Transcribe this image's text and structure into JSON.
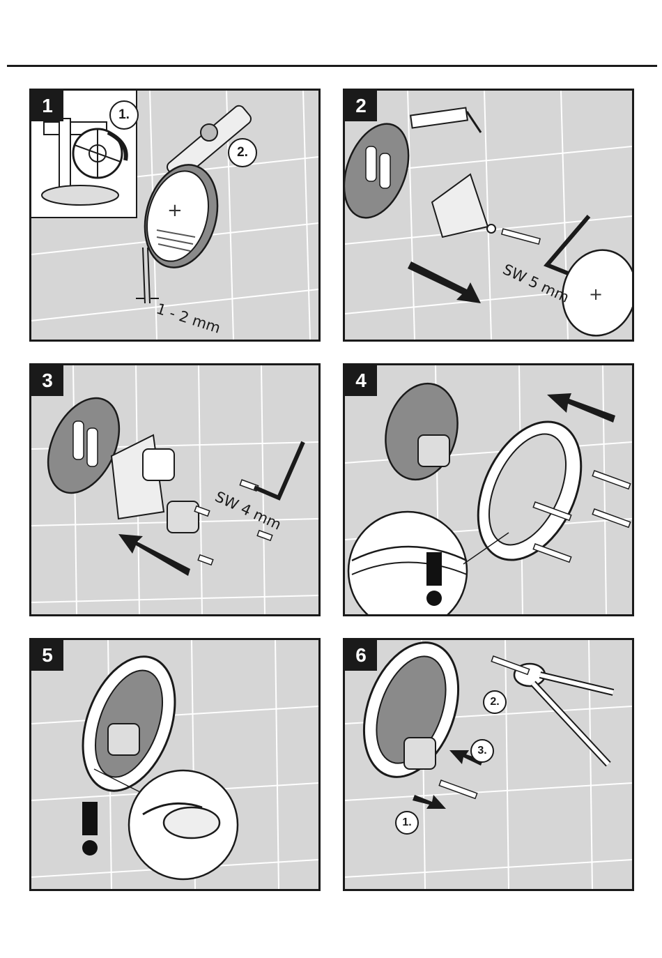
{
  "panels": [
    {
      "number": "1",
      "callouts": [
        "1.",
        "2."
      ],
      "measure": "1 - 2 mm"
    },
    {
      "number": "2",
      "label": "SW 5 mm"
    },
    {
      "number": "3",
      "label": "SW 4 mm"
    },
    {
      "number": "4"
    },
    {
      "number": "5"
    },
    {
      "number": "6",
      "callouts": [
        "2.",
        "3.",
        "1."
      ]
    }
  ],
  "colors": {
    "background": "#d6d6d6",
    "ink": "#1a1a1a",
    "tile_line": "#ffffff"
  },
  "icons": [
    "tile-wall",
    "alert-exclamation-icon",
    "arrow-icon",
    "hex-key-icon",
    "screw-icon",
    "pliers-icon",
    "caulk-gun-icon"
  ]
}
